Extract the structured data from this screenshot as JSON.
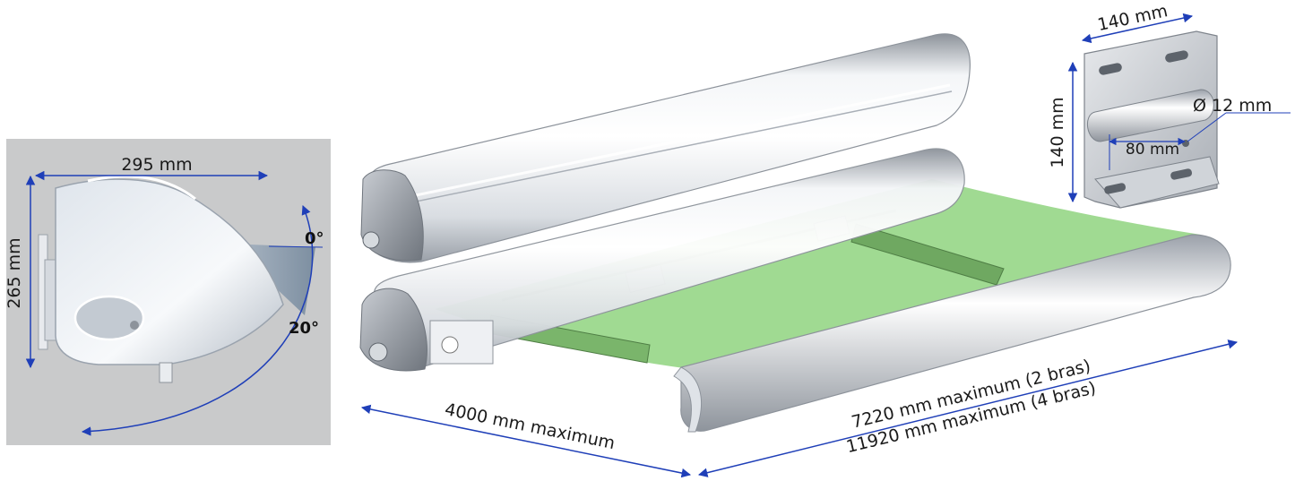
{
  "side_view": {
    "width_label": "295 mm",
    "height_label": "265 mm",
    "angle_min_label": "0°",
    "angle_max_label": "20°"
  },
  "bracket": {
    "width_label": "140 mm",
    "height_label": "140 mm",
    "hole_label": "Ø 12 mm",
    "hole_spacing_label": "80 mm"
  },
  "awning": {
    "projection_label": "4000 mm maximum",
    "width_two_arms_label": "7220 mm maximum (2 bras)",
    "width_four_arms_label": "11920 mm maximum (4 bras)"
  },
  "colors": {
    "dimension_line": "#1f3fb8",
    "fabric": "#8fd47f",
    "panel": "#c9cacb",
    "metal_light": "#f2f4f6",
    "metal_dark": "#8d939b"
  }
}
